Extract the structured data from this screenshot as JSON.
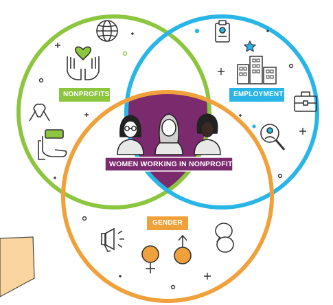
{
  "labels": {
    "nonprofits": "NONPROFITS",
    "employment": "EMPLOYMENT",
    "gender": "GENDER",
    "center": "WOMEN WORKING IN NONPROFITS"
  },
  "colors": {
    "nonprofits": "#8cc63f",
    "employment": "#29b6e6",
    "gender": "#f0a13b",
    "intersection": "#7b2a6e",
    "icon": "#333333",
    "gender_symbol": "#f0a13b"
  },
  "icons": {
    "nonprofits": [
      "globe-icon",
      "hands-heart-icon",
      "ribbon-icon",
      "donation-hand-icon"
    ],
    "employment": [
      "clipboard-icon",
      "star-icon",
      "office-building-icon",
      "briefcase-icon",
      "magnifier-person-icon"
    ],
    "gender": [
      "megaphone-icon",
      "female-symbol-icon",
      "male-symbol-icon",
      "chat-bubbles-icon"
    ],
    "center": [
      "woman-glasses-icon",
      "woman-long-hair-icon",
      "woman-curly-hair-icon"
    ]
  }
}
